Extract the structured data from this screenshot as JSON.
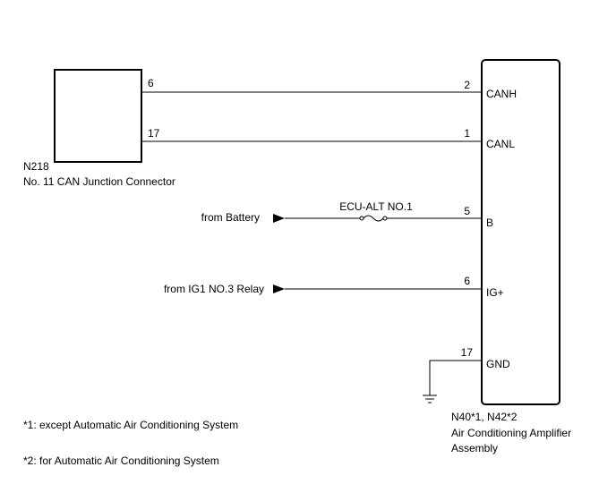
{
  "connector_n218": {
    "code": "N218",
    "name": "No. 11 CAN Junction Connector",
    "pins": {
      "canh": "6",
      "canl": "17"
    }
  },
  "amplifier": {
    "code": "N40*1, N42*2",
    "name_line1": "Air Conditioning Amplifier",
    "name_line2": "Assembly",
    "pins": [
      {
        "number": "2",
        "terminal": "CANH"
      },
      {
        "number": "1",
        "terminal": "CANL"
      },
      {
        "number": "5",
        "terminal": "B"
      },
      {
        "number": "6",
        "terminal": "IG+"
      },
      {
        "number": "17",
        "terminal": "GND"
      }
    ]
  },
  "sources": {
    "battery": "from Battery",
    "ig1_relay": "from IG1 NO.3 Relay"
  },
  "fuse": {
    "label": "ECU-ALT NO.1"
  },
  "notes": [
    "*1: except Automatic Air Conditioning System",
    "*2: for Automatic Air Conditioning System"
  ]
}
